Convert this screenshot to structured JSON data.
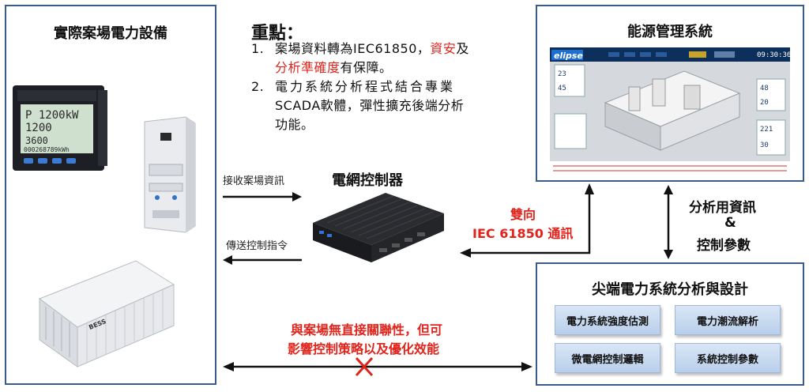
{
  "left_panel": {
    "title": "實際案場電力設備",
    "bess_label": "BESS"
  },
  "notes": {
    "title": "重點：",
    "item1": {
      "num": "1.",
      "line1_pre": "案場資料轉為IEC61850，",
      "line1_red": "資安",
      "line1_post": "及",
      "line2_red": "分析準確度",
      "line2_post": "有保障。"
    },
    "item2": {
      "num": "2.",
      "line1": "電力系統分析程式結合專業",
      "line2": "SCADA軟體，彈性擴充後端分析",
      "line3": "功能。"
    }
  },
  "grid_controller": {
    "title": "電網控制器"
  },
  "arrows": {
    "receive_label": "接收案場資訊",
    "send_label": "傳送控制指令"
  },
  "iec_label": {
    "line1": "雙向",
    "line2": "IEC 61850 通訊"
  },
  "ems": {
    "title": "能源管理系統",
    "screen": {
      "logo": "elipse",
      "time": "09:30:36",
      "v1": "23",
      "v2": "45",
      "v3": "48",
      "v4": "20",
      "v5": "221",
      "v6": "30"
    }
  },
  "vertical_label": {
    "line1": "分析用資訊",
    "line2": "&",
    "line3": "控制參數"
  },
  "analysis": {
    "title": "尖端電力系統分析與設計",
    "items": [
      "電力系統強度估測",
      "電力潮流解析",
      "微電網控制邏輯",
      "系統控制參數"
    ]
  },
  "bottom_note": {
    "line1": "與案場無直接關聯性，但可",
    "line2": "影響控制策略以及優化效能"
  },
  "colors": {
    "frame": "#3a5b8c",
    "accent_red": "#e0241b",
    "sub_box": "#c8daf0"
  }
}
